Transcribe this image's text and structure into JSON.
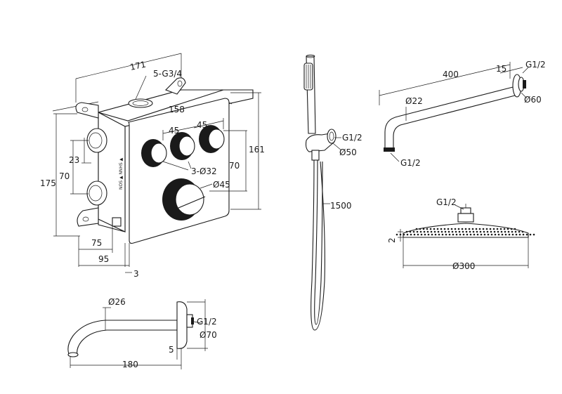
{
  "labels": {
    "box_width": "171",
    "box_outlets": "5-G3/4",
    "box_faceplate": "158",
    "knob_spacing_1": "45",
    "knob_spacing_2": "45",
    "small_knobs": "3-Ø32",
    "big_knob": "Ø45",
    "box_height": "161",
    "knob_vertical": "70",
    "box_total_height": "175",
    "left_spacing_70": "70",
    "left_spacing_23": "23",
    "box_depth_75": "75",
    "box_depth_95": "95",
    "plate_thickness": "3",
    "hand_hose": "1500",
    "holder_thread": "G1/2",
    "holder_dia": "Ø50",
    "arm_length": "400",
    "arm_flange": "15",
    "arm_thread_top": "G1/2",
    "arm_pipe_dia": "Ø22",
    "arm_flange_dia": "Ø60",
    "arm_thread_bottom": "G1/2",
    "head_thread": "G1/2",
    "head_thickness": "2",
    "head_dia": "Ø300",
    "spout_pipe_dia": "Ø26",
    "spout_thread": "G1/2",
    "spout_flange_dia": "Ø70",
    "spout_flange_depth": "5",
    "spout_length": "180"
  },
  "colors": {
    "line": "#1a1a1a",
    "background": "#ffffff"
  }
}
